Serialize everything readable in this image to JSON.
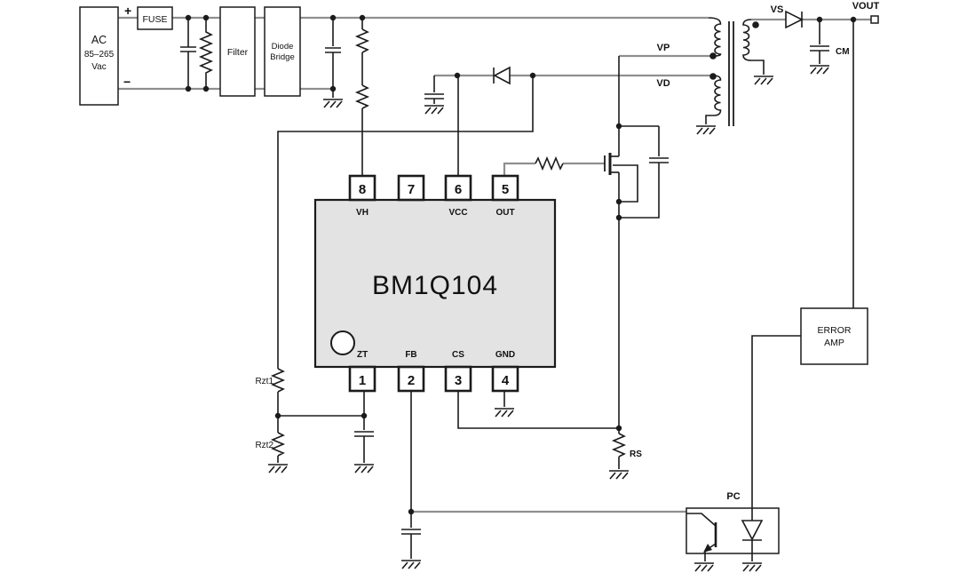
{
  "colors": {
    "wire_gray": "#8f8f8f",
    "wire_black": "#1b1b1b",
    "ic_fill": "#e3e3e3"
  },
  "ac_source": {
    "plus": "+",
    "minus": "−",
    "name": "AC",
    "range": "85–265",
    "unit": "Vac"
  },
  "blocks": {
    "fuse": "FUSE",
    "filter": "Filter",
    "bridge_line1": "Diode",
    "bridge_line2": "Bridge",
    "error_amp_line1": "ERROR",
    "error_amp_line2": "AMP"
  },
  "ic": {
    "part": "BM1Q104",
    "pins_top": [
      {
        "number": "8",
        "name": "VH"
      },
      {
        "number": "7",
        "name": ""
      },
      {
        "number": "6",
        "name": "VCC"
      },
      {
        "number": "5",
        "name": "OUT"
      }
    ],
    "pins_bottom": [
      {
        "number": "1",
        "name": "ZT"
      },
      {
        "number": "2",
        "name": "FB"
      },
      {
        "number": "3",
        "name": "CS"
      },
      {
        "number": "4",
        "name": "GND"
      }
    ]
  },
  "labels": {
    "vp": "VP",
    "vd": "VD",
    "vs": "VS",
    "vout": "VOUT",
    "cm": "CM",
    "pc": "PC",
    "rs": "RS",
    "rzt1": "Rzt1",
    "rzt2": "Rzt2"
  }
}
